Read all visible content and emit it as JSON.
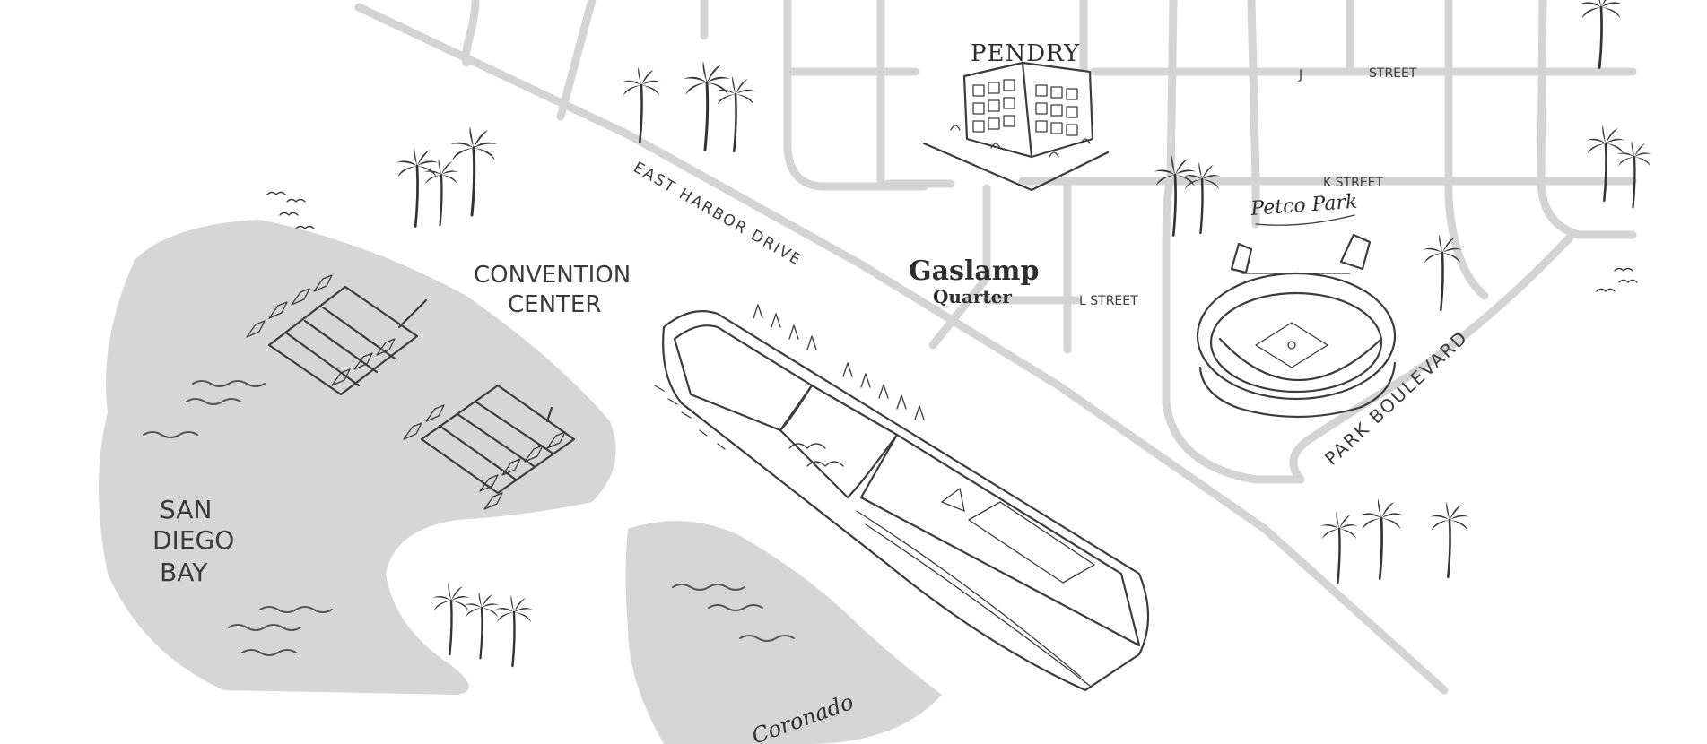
{
  "map": {
    "labels": {
      "pendry": "PENDRY",
      "j_street_letter": "J",
      "j_street_word": "STREET",
      "k_street": "K STREET",
      "l_street": "L STREET",
      "petco_park": "Petco Park",
      "east_harbor_drive": "EAST HARBOR DRIVE",
      "convention_line1": "CONVENTION",
      "convention_line2": "CENTER",
      "gaslamp_line1": "Gaslamp",
      "gaslamp_line2": "Quarter",
      "park_boulevard": "PARK BOULEVARD",
      "bay_line1": "SAN",
      "bay_line2": "DIEGO",
      "bay_line3": "BAY",
      "coronado": "Coronado"
    },
    "colors": {
      "background": "#ffffff",
      "road": "#d4d4d4",
      "water": "#d6d6d6",
      "ink": "#3c3c3c"
    },
    "icons": [
      "palm-tree-icon",
      "bird-icon",
      "boat-icon",
      "building-icon",
      "stadium-icon"
    ]
  }
}
